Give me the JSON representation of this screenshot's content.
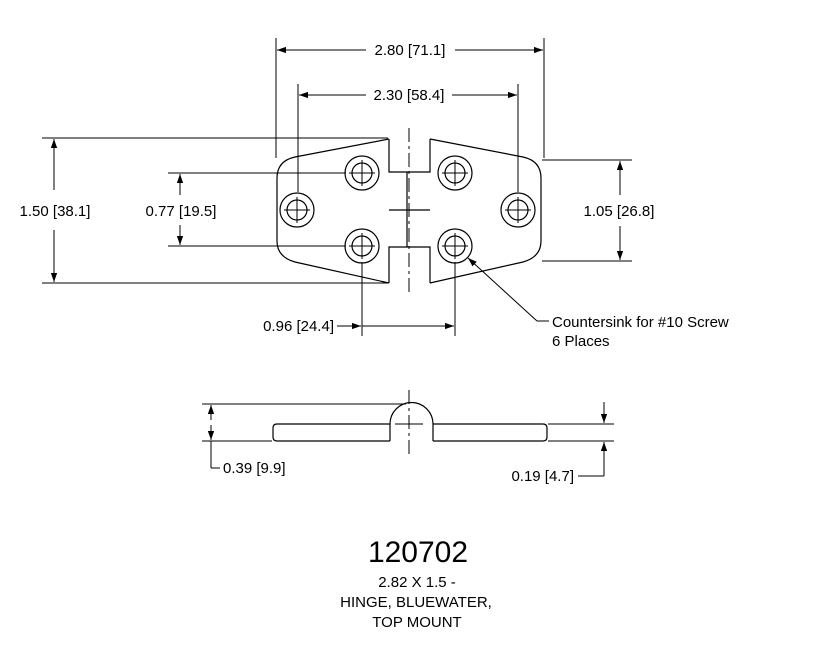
{
  "dimensions": {
    "overall_width": "2.80 [71.1]",
    "hole_spacing": "2.30 [58.4]",
    "overall_height": "1.50 [38.1]",
    "left_hole_spacing": "0.77 [19.5]",
    "right_height": "1.05 [26.8]",
    "hole_offset": "0.96 [24.4]",
    "knuckle_height": "0.39 [9.9]",
    "leaf_thickness": "0.19 [4.7]"
  },
  "callout": {
    "line1": "Countersink for #10 Screw",
    "line2": "6 Places"
  },
  "title_block": {
    "part_number": "120702",
    "line1": "2.82 X 1.5 -",
    "line2": "HINGE, BLUEWATER,",
    "line3": "TOP MOUNT"
  }
}
